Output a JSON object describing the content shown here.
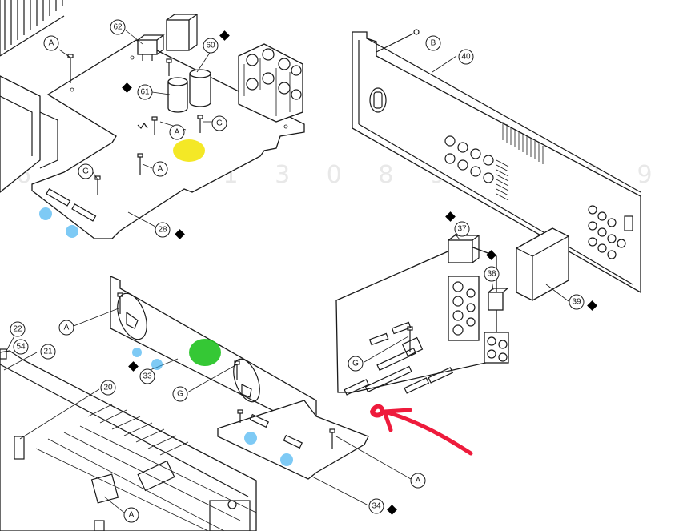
{
  "diagram": {
    "watermark": "6 6 4 5 1 3 0     8 9 2 4     2 9 0",
    "callouts": {
      "c62": "62",
      "c60": "60",
      "c61": "61",
      "c28": "28",
      "c40": "40",
      "cB": "B",
      "c37": "37",
      "c38": "38",
      "c39": "39",
      "c22": "22",
      "c54": "54",
      "c21": "21",
      "c20": "20",
      "c33": "33",
      "c34": "34",
      "cA1": "A",
      "cA2": "A",
      "cA3": "A",
      "cA4": "A",
      "cA5": "A",
      "cA6": "A",
      "cG1": "G",
      "cG2": "G",
      "cG3": "G",
      "cG4": "G"
    },
    "highlight_colors": {
      "yellow": "#f2e400",
      "green": "#1fc21f",
      "blue": "#29a8f0",
      "red": "#ee1b3c"
    }
  }
}
